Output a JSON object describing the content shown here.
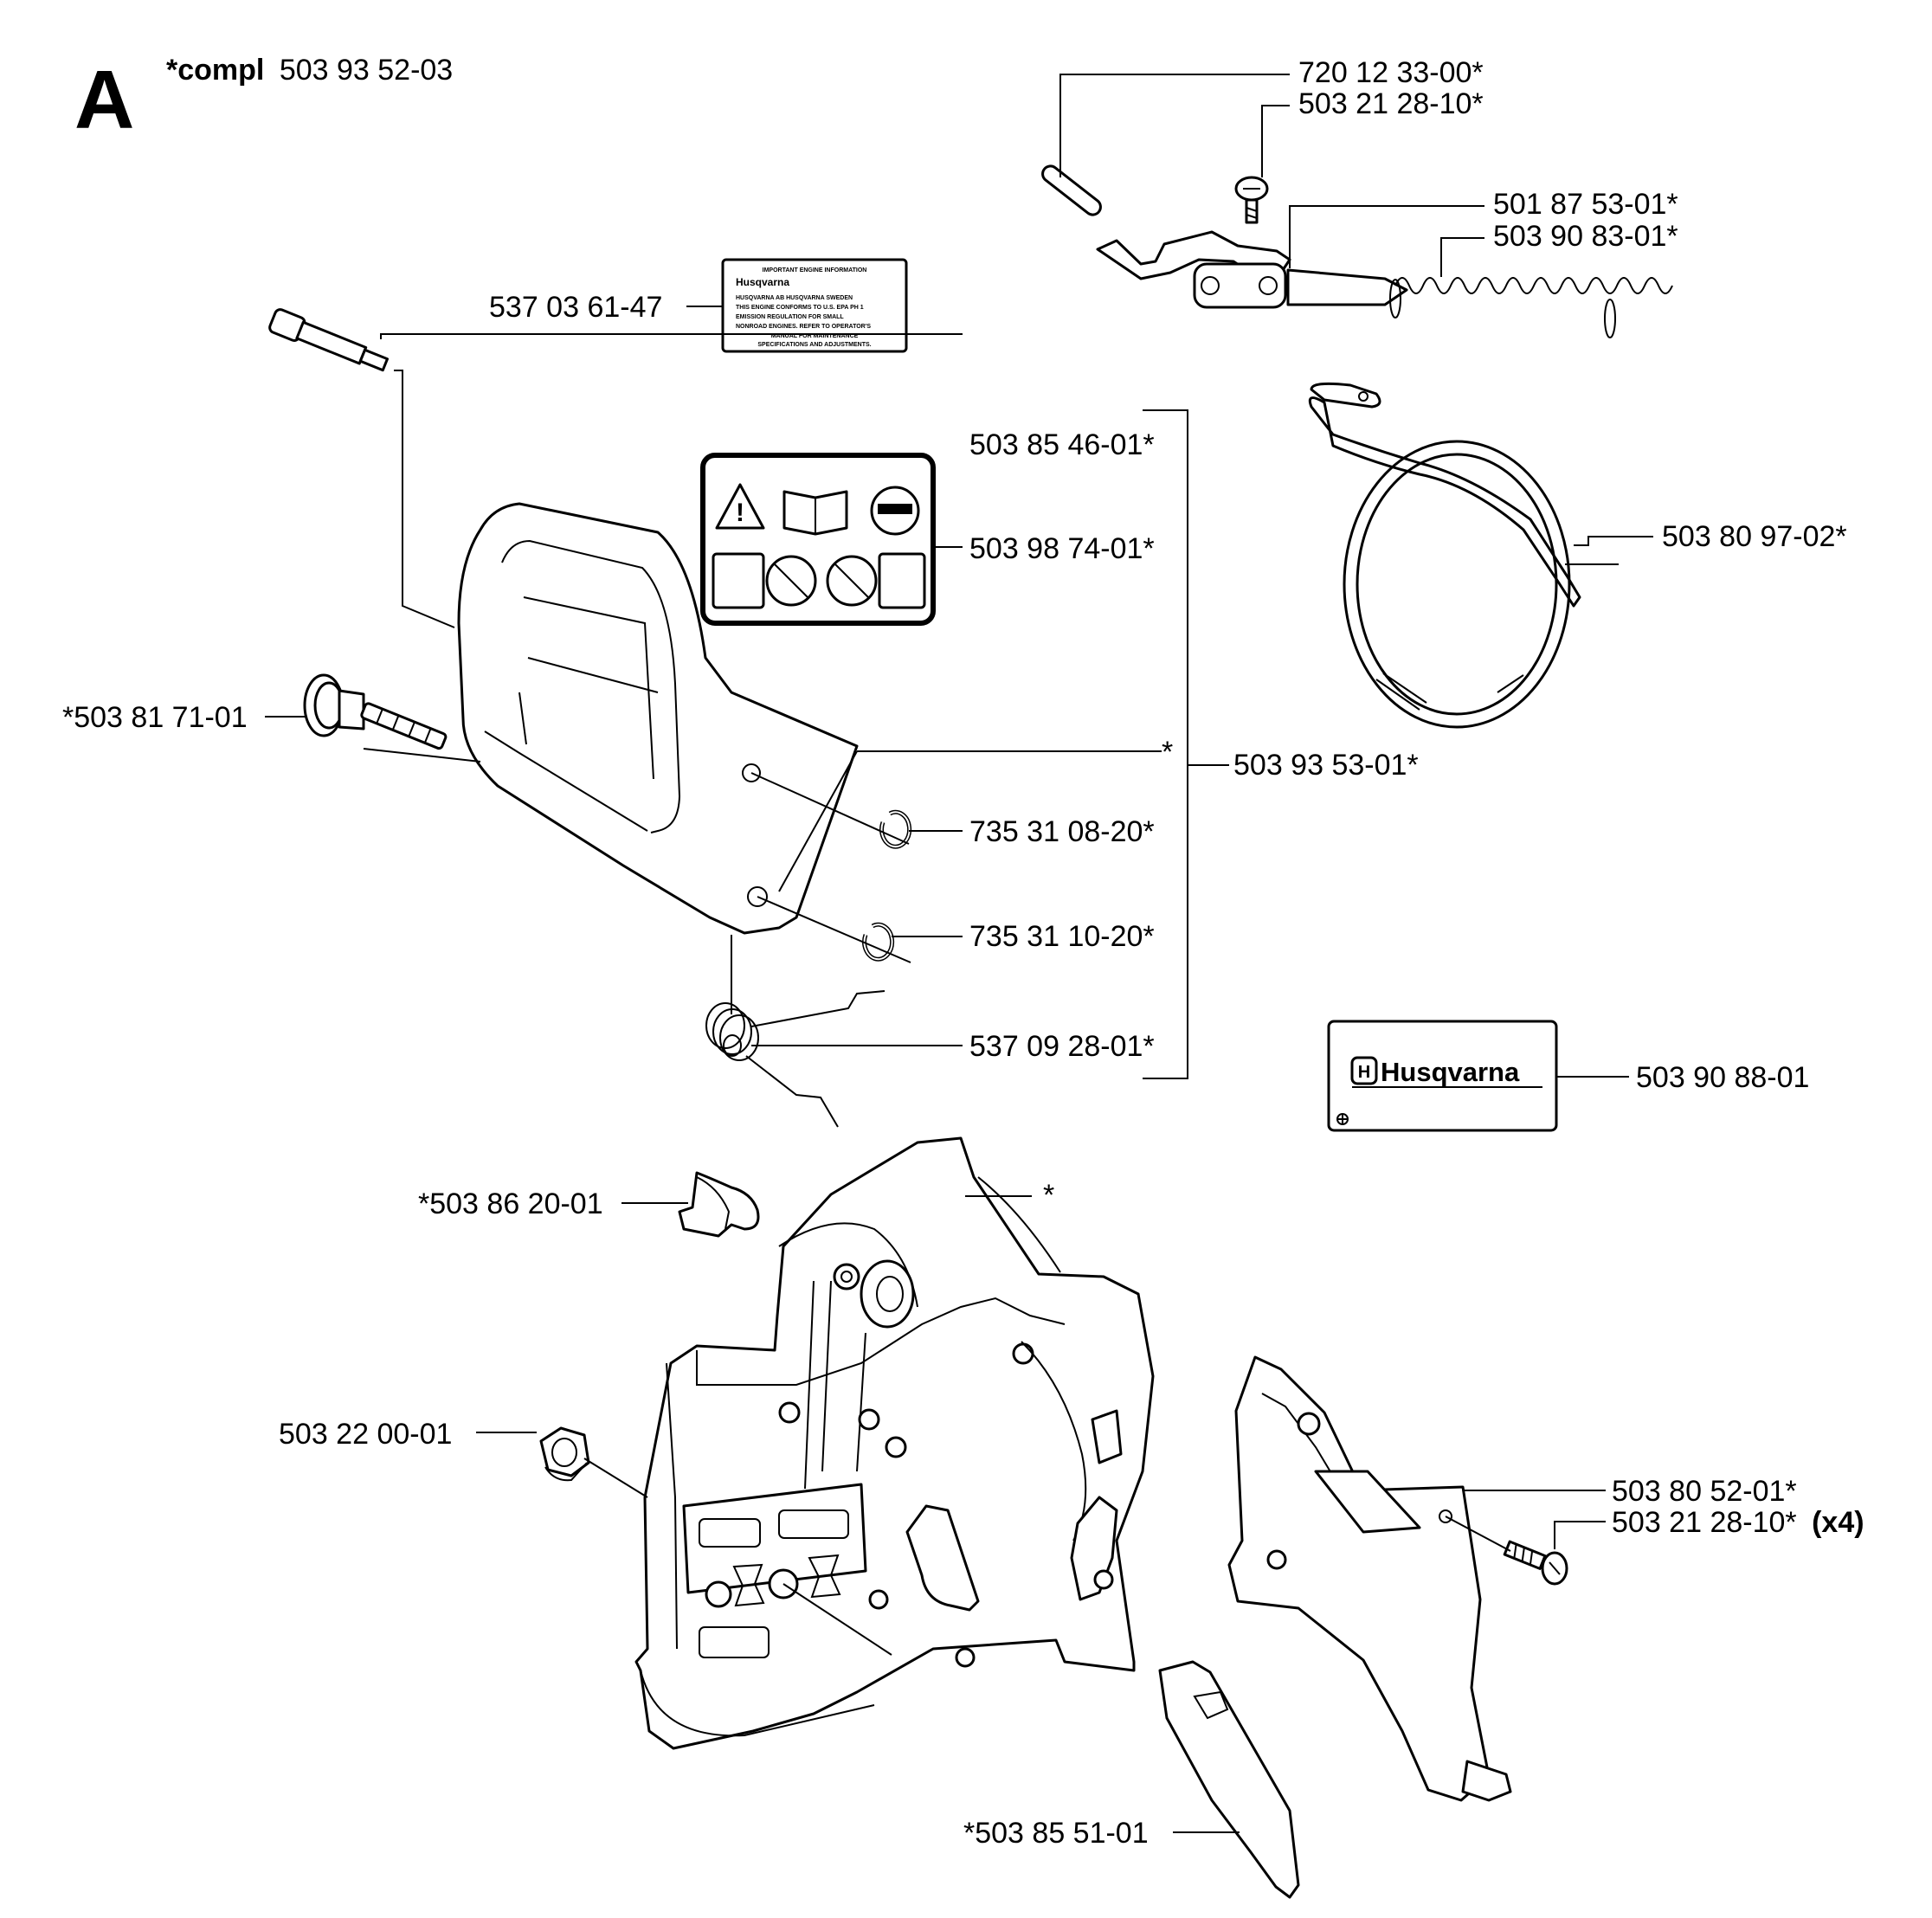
{
  "header": {
    "section_letter": "A",
    "compl_prefix": "*compl",
    "compl_number": "503 93 52-03"
  },
  "labels": {
    "p_720_12_33_00": "720 12 33-00*",
    "p_503_21_28_10_top": "503 21 28-10*",
    "p_501_87_53_01": "501 87 53-01*",
    "p_503_90_83_01": "503 90 83-01*",
    "p_537_03_61_47": "537 03 61-47",
    "p_503_85_46_01": "503 85 46-01*",
    "p_503_98_74_01": "503 98 74-01*",
    "p_503_80_97_02": "503 80 97-02*",
    "p_503_81_71_01": "*503 81 71-01",
    "p_asterisk_1": "*",
    "p_503_93_53_01": "503 93 53-01*",
    "p_735_31_08_20": "735 31 08-20*",
    "p_735_31_10_20": "735 31 10-20*",
    "p_537_09_28_01": "537 09 28-01*",
    "p_503_90_88_01": "503 90 88-01",
    "p_503_86_20_01": "*503 86 20-01",
    "p_asterisk_2": "*",
    "p_503_22_00_01": "503 22 00-01",
    "p_503_80_52_01": "503 80 52-01*",
    "p_503_21_28_10_x4": "503 21 28-10*",
    "p_x4_suffix": "(x4)",
    "p_503_85_51_01": "*503 85 51-01"
  },
  "decal_engine_info": {
    "line1": "IMPORTANT ENGINE INFORMATION",
    "brand": "Husqvarna",
    "line2": "HUSQVARNA AB HUSQVARNA SWEDEN",
    "line3": "THIS ENGINE CONFORMS TO U.S. EPA PH 1",
    "line4": "EMISSION REGULATION FOR SMALL",
    "line5": "NONROAD ENGINES. REFER TO OPERATOR'S",
    "line6": "MANUAL FOR MAINTENANCE",
    "line7": "SPECIFICATIONS AND ADJUSTMENTS."
  },
  "brand_plate": {
    "brand": "Husqvarna"
  }
}
